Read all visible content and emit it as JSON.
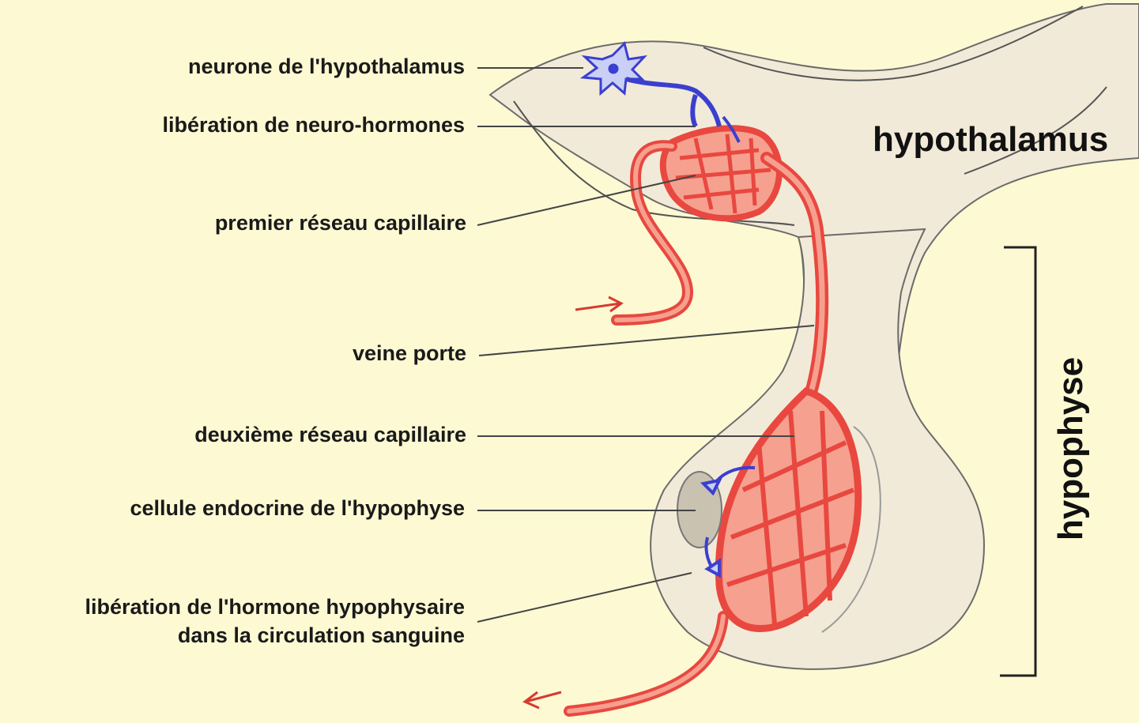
{
  "labels": {
    "neuron": "neurone de l'hypothalamus",
    "release_neurohormones": "libération de neuro-hormones",
    "first_capillary": "premier réseau capillaire",
    "portal_vein": "veine porte",
    "second_capillary": "deuxième réseau capillaire",
    "endocrine_cell": "cellule endocrine de l'hypophyse",
    "release_line1": "libération de l'hormone hypophysaire",
    "release_line2": "dans la circulation sanguine"
  },
  "regions": {
    "hypothalamus": "hypothalamus",
    "hypophyse": "hypophyse"
  },
  "colors": {
    "background": "#fdf9d3",
    "tissue": "#f2ead8",
    "vessel": "#e8483f",
    "vessel_light": "#f6a090",
    "neuron": "#3b3fd0",
    "cell": "#c9c2b0",
    "leader_line": "#444444"
  }
}
